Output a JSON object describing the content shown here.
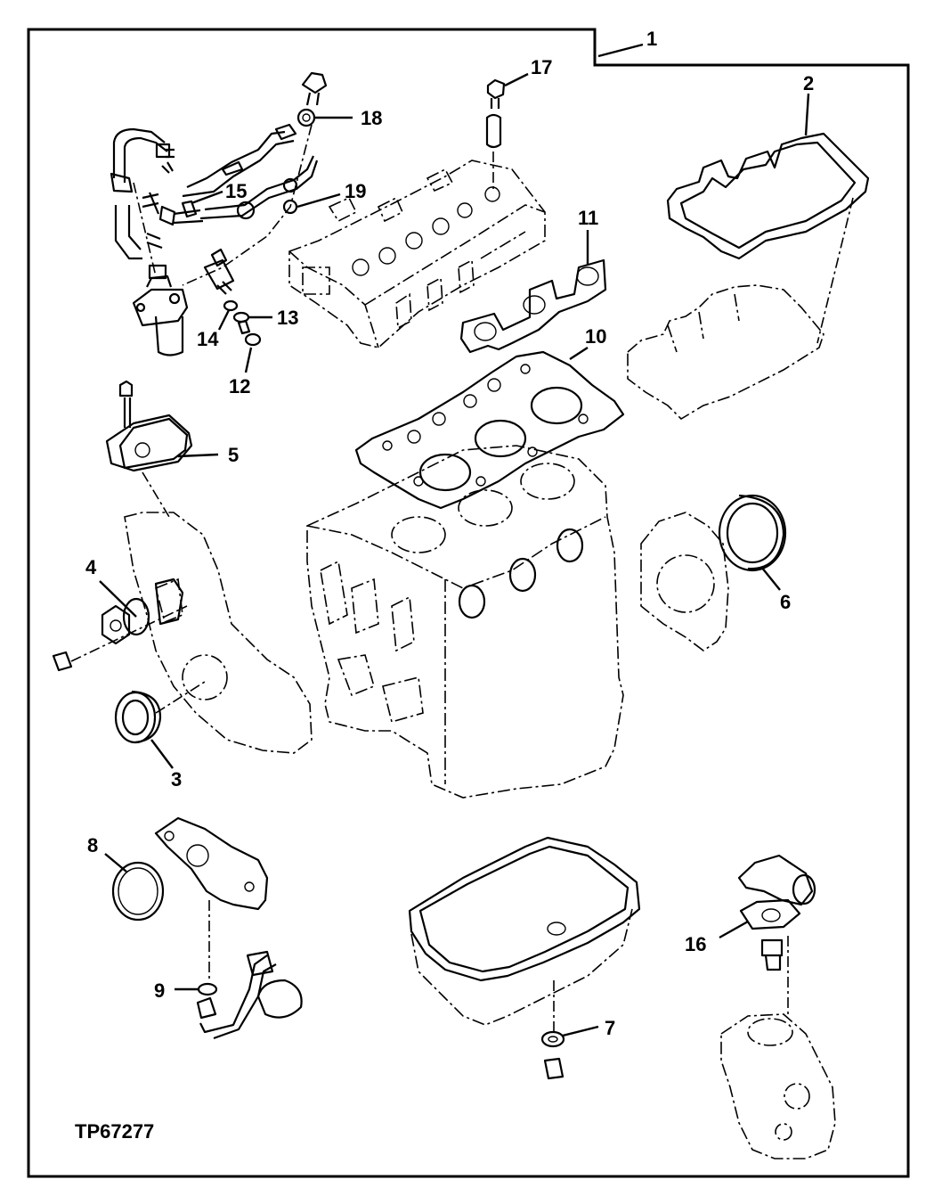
{
  "figure_code": "TP67277",
  "callouts": [
    {
      "id": "callout-1",
      "text": "1"
    },
    {
      "id": "callout-2",
      "text": "2"
    },
    {
      "id": "callout-3",
      "text": "3"
    },
    {
      "id": "callout-4",
      "text": "4"
    },
    {
      "id": "callout-5",
      "text": "5"
    },
    {
      "id": "callout-6",
      "text": "6"
    },
    {
      "id": "callout-7",
      "text": "7"
    },
    {
      "id": "callout-8",
      "text": "8"
    },
    {
      "id": "callout-9",
      "text": "9"
    },
    {
      "id": "callout-10",
      "text": "10"
    },
    {
      "id": "callout-11",
      "text": "11"
    },
    {
      "id": "callout-12",
      "text": "12"
    },
    {
      "id": "callout-13",
      "text": "13"
    },
    {
      "id": "callout-14",
      "text": "14"
    },
    {
      "id": "callout-15",
      "text": "15"
    },
    {
      "id": "callout-16",
      "text": "16"
    },
    {
      "id": "callout-17",
      "text": "17"
    },
    {
      "id": "callout-18",
      "text": "18"
    },
    {
      "id": "callout-19",
      "text": "19"
    }
  ]
}
